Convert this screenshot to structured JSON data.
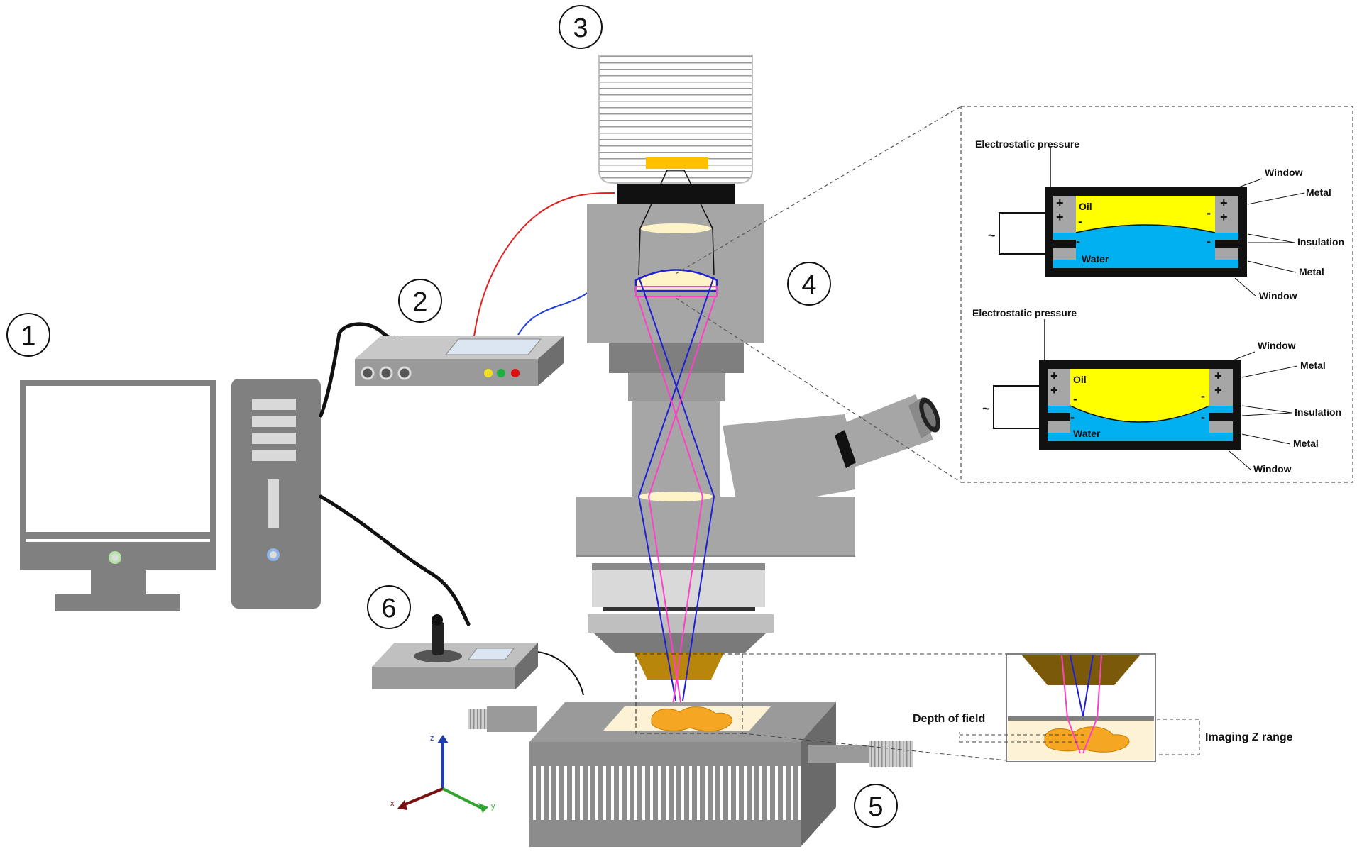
{
  "callouts": [
    "1",
    "2",
    "3",
    "4",
    "5",
    "6"
  ],
  "inset_top": {
    "pressure": "Electrostatic pressure",
    "window_top": "Window",
    "metal_top": "Metal",
    "insulation": "Insulation",
    "metal_bottom": "Metal",
    "window_bottom": "Window",
    "oil": "Oil",
    "water": "Water",
    "tilde": "~"
  },
  "inset_bottom": {
    "pressure": "Electrostatic pressure",
    "window_top": "Window",
    "metal_top": "Metal",
    "insulation": "Insulation",
    "metal_bottom": "Metal",
    "window_bottom": "Window",
    "oil": "Oil",
    "water": "Water",
    "tilde": "~"
  },
  "charges": {
    "plus": "+",
    "minus": "-"
  },
  "depth": {
    "depth_of_field": "Depth of field",
    "imaging_z_range": "Imaging Z range"
  },
  "axes": {
    "x": "x",
    "y": "y",
    "z": "z"
  },
  "colors": {
    "oil": "#ffff00",
    "water": "#00b0f0",
    "beam_blue": "#1f1fd6",
    "beam_pink": "#ff40c8",
    "cable_red": "#e02020",
    "cable_blue": "#2040e0",
    "gray_body": "#a6a6a6",
    "dark_gray": "#7f7f7f",
    "specimen": "#f5a623",
    "objective_gold": "#b8860b"
  }
}
